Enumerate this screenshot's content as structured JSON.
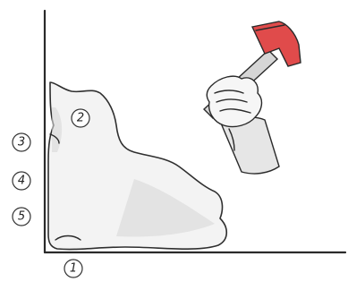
{
  "labels": {
    "marker_1": "1",
    "marker_2": "2",
    "marker_3": "3",
    "marker_4": "4",
    "marker_5": "5"
  },
  "colors": {
    "ink": "#2a2a2a",
    "hammer_head": "#e04b4b",
    "handle": "#d6d6d6",
    "skin": "#f6f6f6",
    "sleeve": "#e6e6e6"
  },
  "icons": {
    "illustration": "hammer-in-hand"
  }
}
